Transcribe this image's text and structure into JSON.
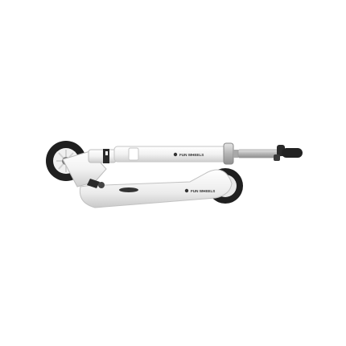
{
  "product": {
    "type": "folded electric kick scooter",
    "brand_on_stem": "FUN WHEELS",
    "brand_on_deck": "FUN WHEELS",
    "colors": {
      "body": "#f4f4f4",
      "body_shade": "#d9d9d9",
      "tire": "#1f1f1f",
      "hub": "#e9e9e9",
      "metal": "#b8b8b8",
      "grip": "#222222"
    }
  }
}
